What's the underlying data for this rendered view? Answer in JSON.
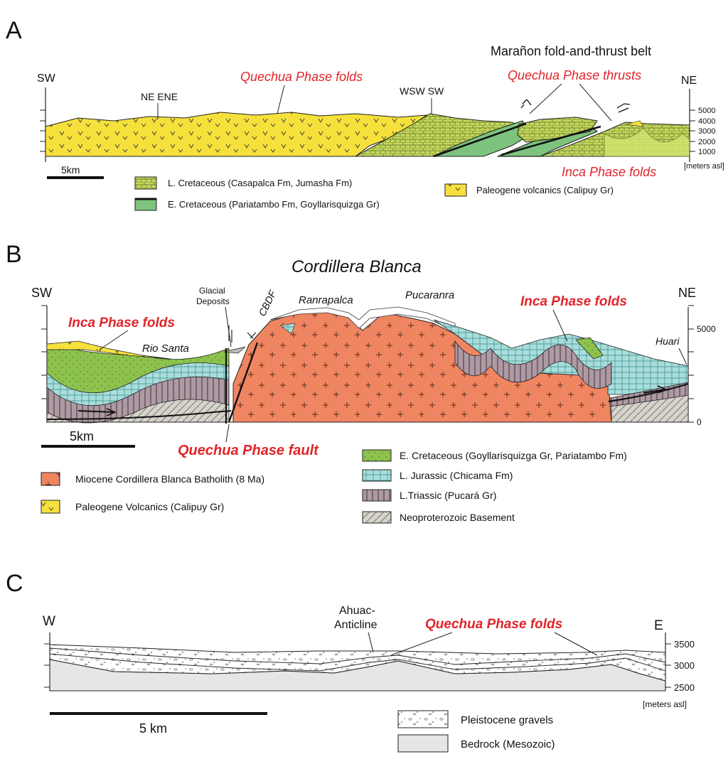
{
  "panel_a": {
    "letter": "A",
    "title": "Marañon fold-and-thrust belt",
    "sw": "SW",
    "ne": "NE",
    "orient_ne_ene": "NE ENE",
    "orient_wsw_sw": "WSW SW",
    "quechua_folds": "Quechua Phase folds",
    "quechua_thrusts": "Quechua Phase thrusts",
    "inca_folds": "Inca Phase folds",
    "scale": "5km",
    "axis_ticks": [
      "5000",
      "4000",
      "3000",
      "2000",
      "1000"
    ],
    "axis_unit": "[meters asl]",
    "legend": [
      {
        "label": "L. Cretaceous (Casapalca Fm, Jumasha Fm)",
        "color": "#c3d85c"
      },
      {
        "label": "E. Cretaceous (Pariatambo Fm, Goyllarisquizga Gr)",
        "color": "#7dc37e"
      },
      {
        "label": "Paleogene volcanics (Calipuy Gr)",
        "color": "#f6e13c"
      }
    ]
  },
  "panel_b": {
    "letter": "B",
    "title": "Cordillera   Blanca",
    "sw": "SW",
    "ne": "NE",
    "inca_left": "Inca Phase folds",
    "inca_right": "Inca Phase folds",
    "rio_santa": "Rio Santa",
    "glacial": "Glacial\nDeposits",
    "cbdf": "CBDF",
    "ranrapalca": "Ranrapalca",
    "pucaranra": "Pucaranra",
    "huari": "Huari",
    "fault": "Quechua Phase fault",
    "scale": "5km",
    "axis_ticks": [
      "5000",
      "0"
    ],
    "legend_left": [
      {
        "label": "Miocene Cordillera Blanca Batholith (8 Ma)",
        "color": "#f08562"
      },
      {
        "label": "Paleogene Volcanics (Calipuy Gr)",
        "color": "#f6e13c"
      }
    ],
    "legend_right": [
      {
        "label": "E. Cretaceous (Goyllarisquizga Gr, Pariatambo Fm)",
        "color": "#8dc24d"
      },
      {
        "label": "L. Jurassic (Chicama Fm)",
        "color": "#a8dddb"
      },
      {
        "label": "L.Triassic (Pucará Gr)",
        "color": "#ad9aa3"
      },
      {
        "label": "Neoproterozoic Basement",
        "color": "#d6d3cc"
      }
    ]
  },
  "panel_c": {
    "letter": "C",
    "w": "W",
    "e": "E",
    "anticline": "Ahuac-\nAnticline",
    "quechua_folds": "Quechua Phase folds",
    "scale": "5 km",
    "axis_ticks": [
      "3500",
      "3000",
      "2500"
    ],
    "axis_unit": "[meters asl]",
    "legend": [
      {
        "label": "Pleistocene gravels",
        "color": "#ffffff"
      },
      {
        "label": "Bedrock (Mesozoic)",
        "color": "#e6e6e6"
      }
    ]
  }
}
